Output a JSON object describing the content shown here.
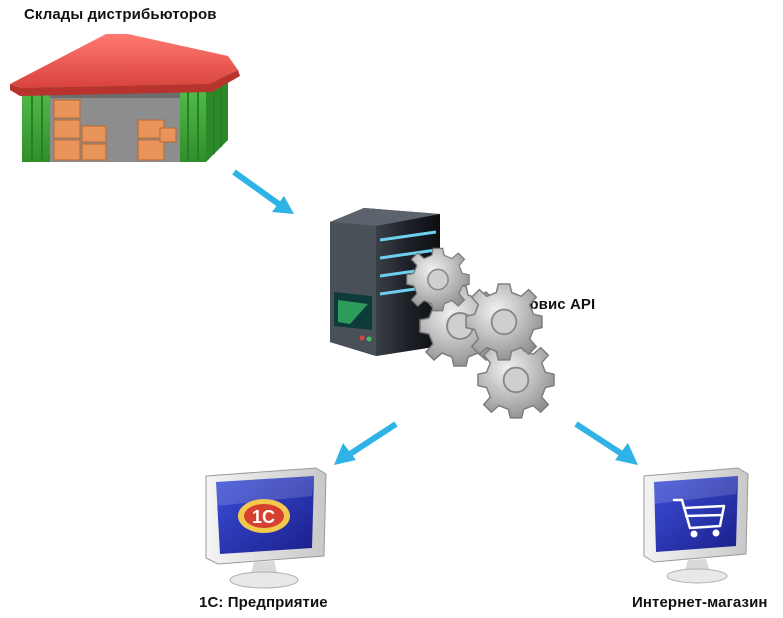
{
  "nodes": {
    "warehouse": {
      "label": "Склады дистрибьюторов",
      "icon": "warehouse-icon"
    },
    "api": {
      "label": "Сервис API",
      "icon": "server-gears-icon"
    },
    "erp": {
      "label": "1С: Предприятие",
      "icon": "monitor-1c-icon",
      "screen_text": "1С"
    },
    "shop": {
      "label": "Интернет-магазин",
      "icon": "monitor-cart-icon"
    }
  },
  "connections": [
    {
      "from": "warehouse",
      "to": "api"
    },
    {
      "from": "api",
      "to": "erp"
    },
    {
      "from": "api",
      "to": "shop"
    }
  ],
  "colors": {
    "arrow": "#2fb3e6",
    "roof": "#e8514c",
    "walls": "#3fae3a",
    "screen": "#2a36b8"
  }
}
